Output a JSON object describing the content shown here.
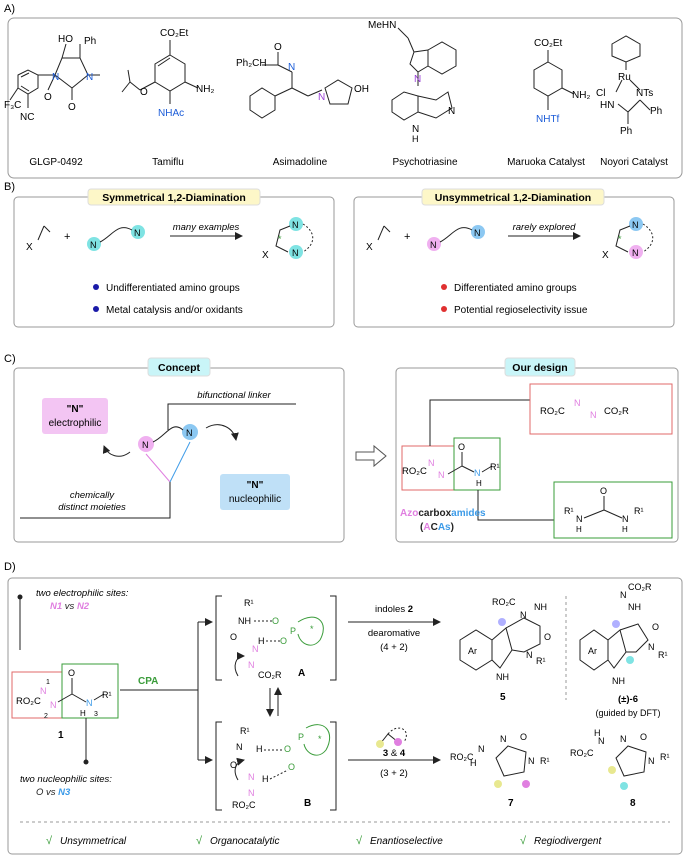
{
  "panel_labels": [
    "A)",
    "B)",
    "C)",
    "D)"
  ],
  "panelA": {
    "compounds": [
      {
        "name": "GLGP-0492",
        "atoms": [
          "HO",
          "Ph",
          "O",
          "O",
          "N",
          "N",
          "F₃C",
          "NC"
        ]
      },
      {
        "name": "Tamiflu",
        "atoms": [
          "CO₂Et",
          "O",
          "NH₂",
          "NHAc"
        ]
      },
      {
        "name": "Asimadoline",
        "atoms": [
          "Ph₂CH",
          "O",
          "N",
          "N",
          "OH"
        ]
      },
      {
        "name": "Psychotriasine",
        "atoms": [
          "MeHN",
          "N",
          "N",
          "N",
          "H"
        ]
      },
      {
        "name": "Maruoka Catalyst",
        "atoms": [
          "CO₂Et",
          "NH₂",
          "NHTf"
        ]
      },
      {
        "name": "Noyori Catalyst",
        "atoms": [
          "Ru",
          "Cl",
          "NTs",
          "HN",
          "Ph",
          "Ph"
        ]
      }
    ]
  },
  "panelB": {
    "left": {
      "title": "Symmetrical 1,2-Diamination",
      "arrow_label": "many examples",
      "bullets": [
        "Undifferentiated amino groups",
        "Metal catalysis and/or oxidants"
      ]
    },
    "right": {
      "title": "Unsymmetrical 1,2-Diamination",
      "arrow_label": "rarely explored",
      "bullets": [
        "Differentiated amino groups",
        "Potential regioselectivity issue"
      ]
    },
    "atoms": {
      "X": "X",
      "N": "N",
      "plus": "+",
      "star": "*"
    }
  },
  "panelC": {
    "concept_title": "Concept",
    "design_title": "Our design",
    "electrophilic_q": "\"N\"",
    "electrophilic": "electrophilic",
    "nucleophilic_q": "\"N\"",
    "nucleophilic": "nucleophilic",
    "linker_label": "bifunctional linker",
    "moieties_label1": "chemically",
    "moieties_label2": "distinct moieties",
    "aca_azo": "Azo",
    "aca_carbox": "carbox",
    "aca_amides": "amides",
    "aca_open": "(",
    "aca_A": "A",
    "aca_C": "C",
    "aca_As": "As",
    "aca_close": ")",
    "atoms": {
      "RO2C": "RO₂C",
      "CO2R": "CO₂R",
      "N": "N",
      "O": "O",
      "H": "H",
      "R1": "R¹"
    }
  },
  "panelD": {
    "electrophilic_label": "two electrophilic sites:",
    "n1": "N1",
    "vs1": " vs ",
    "n2": "N2",
    "nucleophilic_label": "two nucleophilic sites:",
    "o_vs": "O vs ",
    "n3": "N3",
    "compound1": "1",
    "cpa": "CPA",
    "ts_A": "A",
    "ts_B": "B",
    "indoles": "indoles ",
    "indoles_num": "2",
    "dearomative": "dearomative",
    "cyclo42": "(4 + 2)",
    "reagents": "3",
    "reagents_amp": " & ",
    "reagents2": "4",
    "cyclo32": "(3 + 2)",
    "product5": "5",
    "product6": "(±)-6",
    "product6_note": "(guided by DFT)",
    "product7": "7",
    "product8": "8",
    "footer": [
      {
        "check": "√",
        "label": "Unsymmetrical"
      },
      {
        "check": "√",
        "label": "Organocatalytic"
      },
      {
        "check": "√",
        "label": "Enantioselective"
      },
      {
        "check": "√",
        "label": "Regiodivergent"
      }
    ],
    "atoms": {
      "RO2C": "RO₂C",
      "CO2R": "CO₂R",
      "N": "N",
      "NH": "NH",
      "O": "O",
      "H": "H",
      "R1": "R¹",
      "Ar": "Ar",
      "P": "P",
      "num1": "1",
      "num2": "2",
      "num3": "3",
      "star": "*"
    }
  },
  "colors": {
    "pink": "#e07fe0",
    "pink_fill": "#f3c5f3",
    "blue": "#3d9be8",
    "blue_fill": "#bfe0f7",
    "green": "#3a9c3a",
    "red": "#e06a6a",
    "teal": "#7fe3e3",
    "navy": "#1a1aa8",
    "bullet_red": "#e03030",
    "yellow_title": "#fdf7c8",
    "cyan_title": "#c9f5f8"
  }
}
